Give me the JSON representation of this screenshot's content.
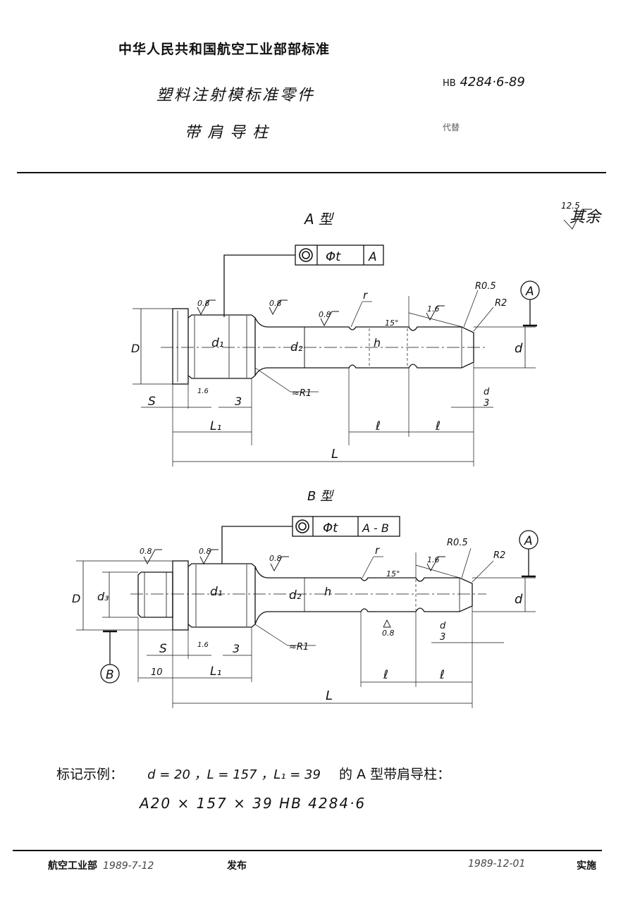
{
  "header": {
    "organization": "中华人民共和国航空工业部部标准",
    "title_line1": "塑料注射模标准零件",
    "title_line2": "带肩导柱",
    "std_prefix": "HB",
    "std_number": "4284·6-89",
    "replaces": "代替"
  },
  "drawing": {
    "roughness_rest_label": "其余",
    "roughness_rest_value": "12.5",
    "typeA": {
      "label": "A 型",
      "tolerance_symbol": "◎",
      "tolerance_value": "Φt",
      "datum_ref": "A",
      "datum_mark": "A",
      "dims": {
        "D": "D",
        "d1": "d₁",
        "d2": "d₂",
        "h": "h",
        "d": "d",
        "S": "S",
        "three": "3",
        "L1": "L₁",
        "L": "L",
        "l1": "ℓ",
        "l2": "ℓ",
        "r": "r",
        "R05": "R0.5",
        "R2": "R2",
        "R1": "≈R1",
        "angle": "15°",
        "d3frac_num": "d",
        "d3frac_den": "3"
      },
      "roughness": [
        "0.8",
        "0.8",
        "0.8",
        "1.6",
        "1.6"
      ]
    },
    "typeB": {
      "label": "B 型",
      "tolerance_symbol": "◎",
      "tolerance_value": "Φt",
      "datum_ref": "A - B",
      "datum_mark_A": "A",
      "datum_mark_B": "B",
      "dims": {
        "D": "D",
        "d3": "d₃",
        "d1": "d₁",
        "d2": "d₂",
        "h": "h",
        "d": "d",
        "S": "S",
        "ten": "10",
        "three": "3",
        "L1": "L₁",
        "L": "L",
        "l1": "ℓ",
        "l2": "ℓ",
        "r": "r",
        "R05": "R0.5",
        "R2": "R2",
        "R1": "≈R1",
        "angle": "15°",
        "d3frac_num": "d",
        "d3frac_den": "3"
      },
      "roughness": [
        "0.8",
        "0.8",
        "0.8",
        "1.6",
        "1.6",
        "0.8"
      ]
    }
  },
  "example": {
    "label": "标记示例：",
    "params": "d = 20 ，L = 157 ，L₁ = 39",
    "suffix": "的 A 型带肩导柱：",
    "marking": "A20 × 157 × 39  HB 4284·6"
  },
  "footer": {
    "issuer": "航空工业部",
    "issue_date": "1989-7-12",
    "issue_label": "发布",
    "effective_date": "1989-12-01",
    "effective_label": "实施"
  }
}
